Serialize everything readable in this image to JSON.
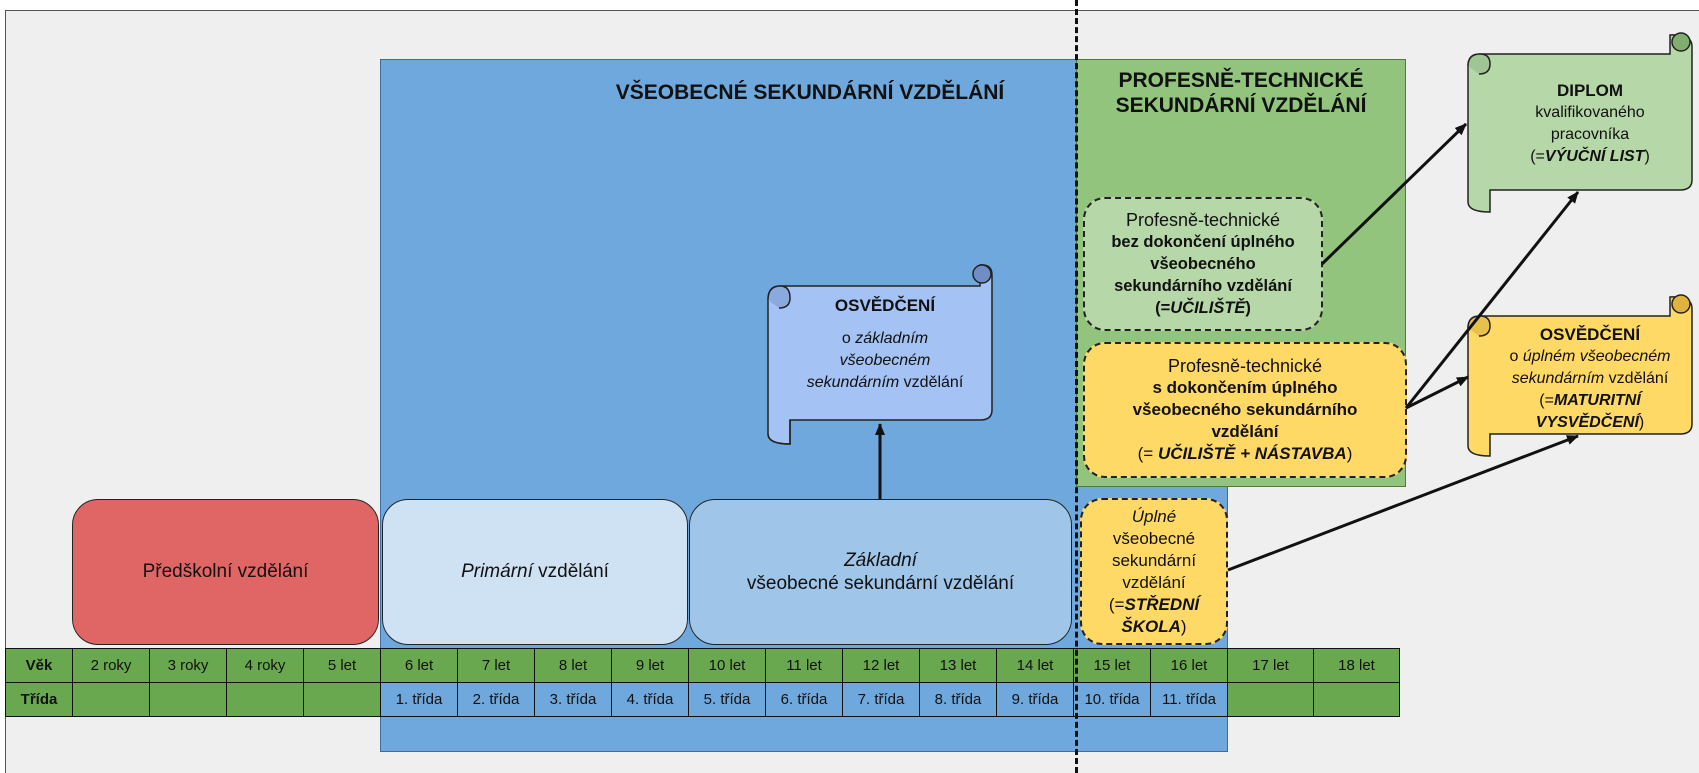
{
  "titles": {
    "general": "VŠEOBECNÉ SEKUNDÁRNÍ VZDĚLÁNÍ",
    "vocational_line1": "PROFESNĚ-TECHNICKÉ",
    "vocational_line2": "SEKUNDÁRNÍ VZDĚLÁNÍ"
  },
  "boxes": {
    "preschool": "Předškolní vzdělání",
    "primary_em": "Primární",
    "primary_rest": " vzdělání",
    "basic_line1": "Základní",
    "basic_line2": "všeobecné sekundární vzdělání",
    "pt1_line1": "Profesně-technické",
    "pt1_line2": "bez dokončení úplného",
    "pt1_line3": "všeobecného",
    "pt1_line4": "sekundárního vzdělání",
    "pt1_line5_pre": "(=",
    "pt1_line5_em": "UČILIŠTĚ",
    "pt1_line5_post": ")",
    "pt2_line1": "Profesně-technické",
    "pt2_line2": "s dokončením úplného",
    "pt2_line3": "všeobecného sekundárního",
    "pt2_line4": "vzdělání",
    "pt2_line5_pre": "(= ",
    "pt2_line5_em": "UČILIŠTĚ + NÁSTAVBA",
    "pt2_line5_post": ")",
    "uplne_line1": "Úplné",
    "uplne_line2": "všeobecné",
    "uplne_line3": "sekundární",
    "uplne_line4": "vzdělání",
    "uplne_line5_pre": "(=",
    "uplne_line5_em": "STŘEDNÍ",
    "uplne_line6_em": "ŠKOLA",
    "uplne_line6_post": ")"
  },
  "certificates": {
    "basic": {
      "title": "OSVĚDČENÍ",
      "line1_pre": "o ",
      "line1_em": "základním",
      "line2_em": "všeobecném",
      "line3_em": "sekundárním",
      "line3_post": " vzdělání",
      "color": "#a4c2f4"
    },
    "diplom": {
      "title": "DIPLOM",
      "line1": "kvalifikovaného",
      "line2": "pracovníka",
      "line3_pre": "(=",
      "line3_em": "VÝUČNÍ LIST",
      "line3_post": ")",
      "color": "#b6d7a8"
    },
    "maturita": {
      "title": "OSVĚDČENÍ",
      "line1_pre": "o ",
      "line1_em": "úplném všeobecném",
      "line2_em": "sekundárním",
      "line2_post": " vzdělání",
      "line3_pre": "(=",
      "line3_em": "MATURITNÍ",
      "line4_em": "VYSVĚDČENÍ",
      "line4_post": ")",
      "color": "#ffd966"
    }
  },
  "table": {
    "row1_header": "Věk",
    "row2_header": "Třída",
    "ages": [
      "2 roky",
      "3 roky",
      "4 roky",
      "5 let",
      "6 let",
      "7 let",
      "8 let",
      "9 let",
      "10 let",
      "11 let",
      "12 let",
      "13 let",
      "14 let",
      "15 let",
      "16 let",
      "17 let",
      "18 let"
    ],
    "grades": [
      "",
      "",
      "",
      "",
      "1. třída",
      "2. třída",
      "3. třída",
      "4. třída",
      "5. třída",
      "6. třída",
      "7. třída",
      "8. třída",
      "9. třída",
      "10. třída",
      "11. třída",
      "",
      ""
    ]
  },
  "colors": {
    "general_secondary": "#6fa8dc",
    "vocational_secondary": "#93c47d",
    "preschool": "#e06666",
    "primary": "#cfe2f3",
    "basic": "#9fc5e8",
    "table": "#6aa84f",
    "yellow": "#ffd966",
    "light_green": "#b6d7a8"
  }
}
